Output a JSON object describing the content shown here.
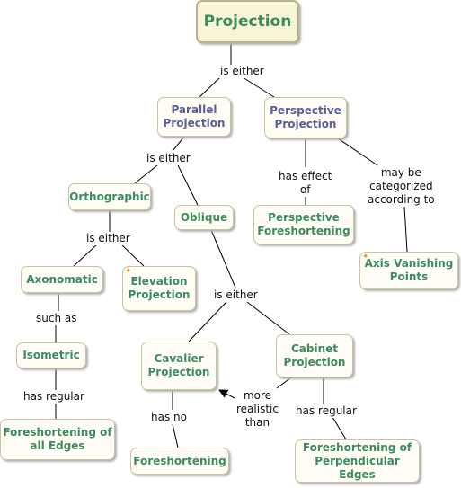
{
  "nodes": {
    "projection": "Projection",
    "parallel": "Parallel\nProjection",
    "perspective": "Perspective\nProjection",
    "orthographic": "Orthographic",
    "oblique": "Oblique",
    "persp_foreshortening": "Perspective\nForeshortening",
    "axis_vanishing": "Axis Vanishing\nPoints",
    "axonomatic": "Axonomatic",
    "elevation": "Elevation\nProjection",
    "isometric": "Isometric",
    "cavalier": "Cavalier\nProjection",
    "cabinet": "Cabinet\nProjection",
    "fs_all_edges": "Foreshortening of\nall Edges",
    "foreshortening": "Foreshortening",
    "fs_perp_edges": "Foreshortening of\nPerpendicular Edges"
  },
  "links": {
    "is_either_1": "is either",
    "is_either_2": "is either",
    "has_effect_of": "has effect\nof",
    "categorized": "may be\ncategorized\naccording to",
    "is_either_3": "is either",
    "is_either_4": "is either",
    "such_as": "such as",
    "has_regular_1": "has regular",
    "has_no": "has no",
    "more_realistic": "more\nrealistic\nthan",
    "has_regular_2": "has regular"
  },
  "colors": {
    "concept_text": "#3c8c5e",
    "perspective_text": "#5a5f98",
    "line": "#000000",
    "node_border": "#c8c4a0"
  }
}
